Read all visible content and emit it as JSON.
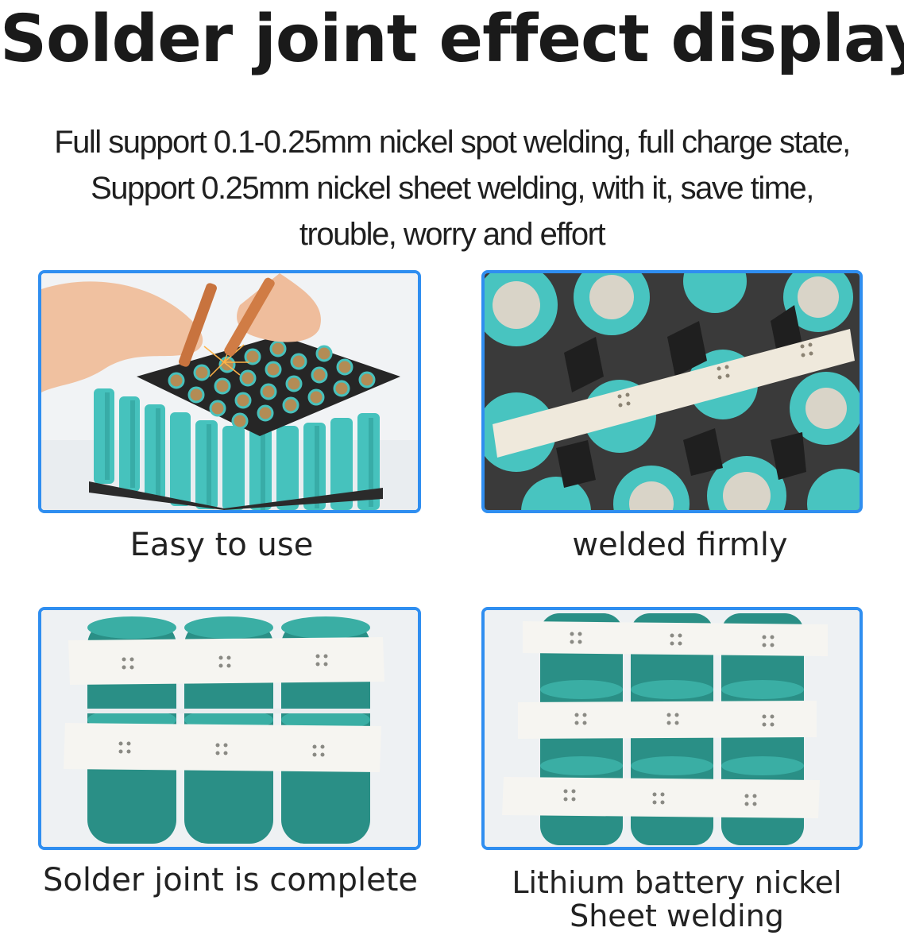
{
  "title": "Solder joint effect display",
  "subtitle": {
    "line1": "Full support 0.1-0.25mm nickel spot welding, full charge state,",
    "line2": "Support 0.25mm nickel sheet welding, with it, save time,",
    "line3": "trouble, worry and effort"
  },
  "panels": [
    {
      "caption": "Easy to use"
    },
    {
      "caption": "welded firmly"
    },
    {
      "caption": "Solder joint is complete"
    },
    {
      "caption_line1": "Lithium battery nickel",
      "caption_line2": "Sheet welding"
    }
  ],
  "colors": {
    "frame": "#2f8ef0",
    "cell_teal": "#3fb9b6",
    "cell_dark_teal": "#2a8f86",
    "holder_black": "#2b2b2b",
    "nickel_strip": "#f4f2ec"
  }
}
